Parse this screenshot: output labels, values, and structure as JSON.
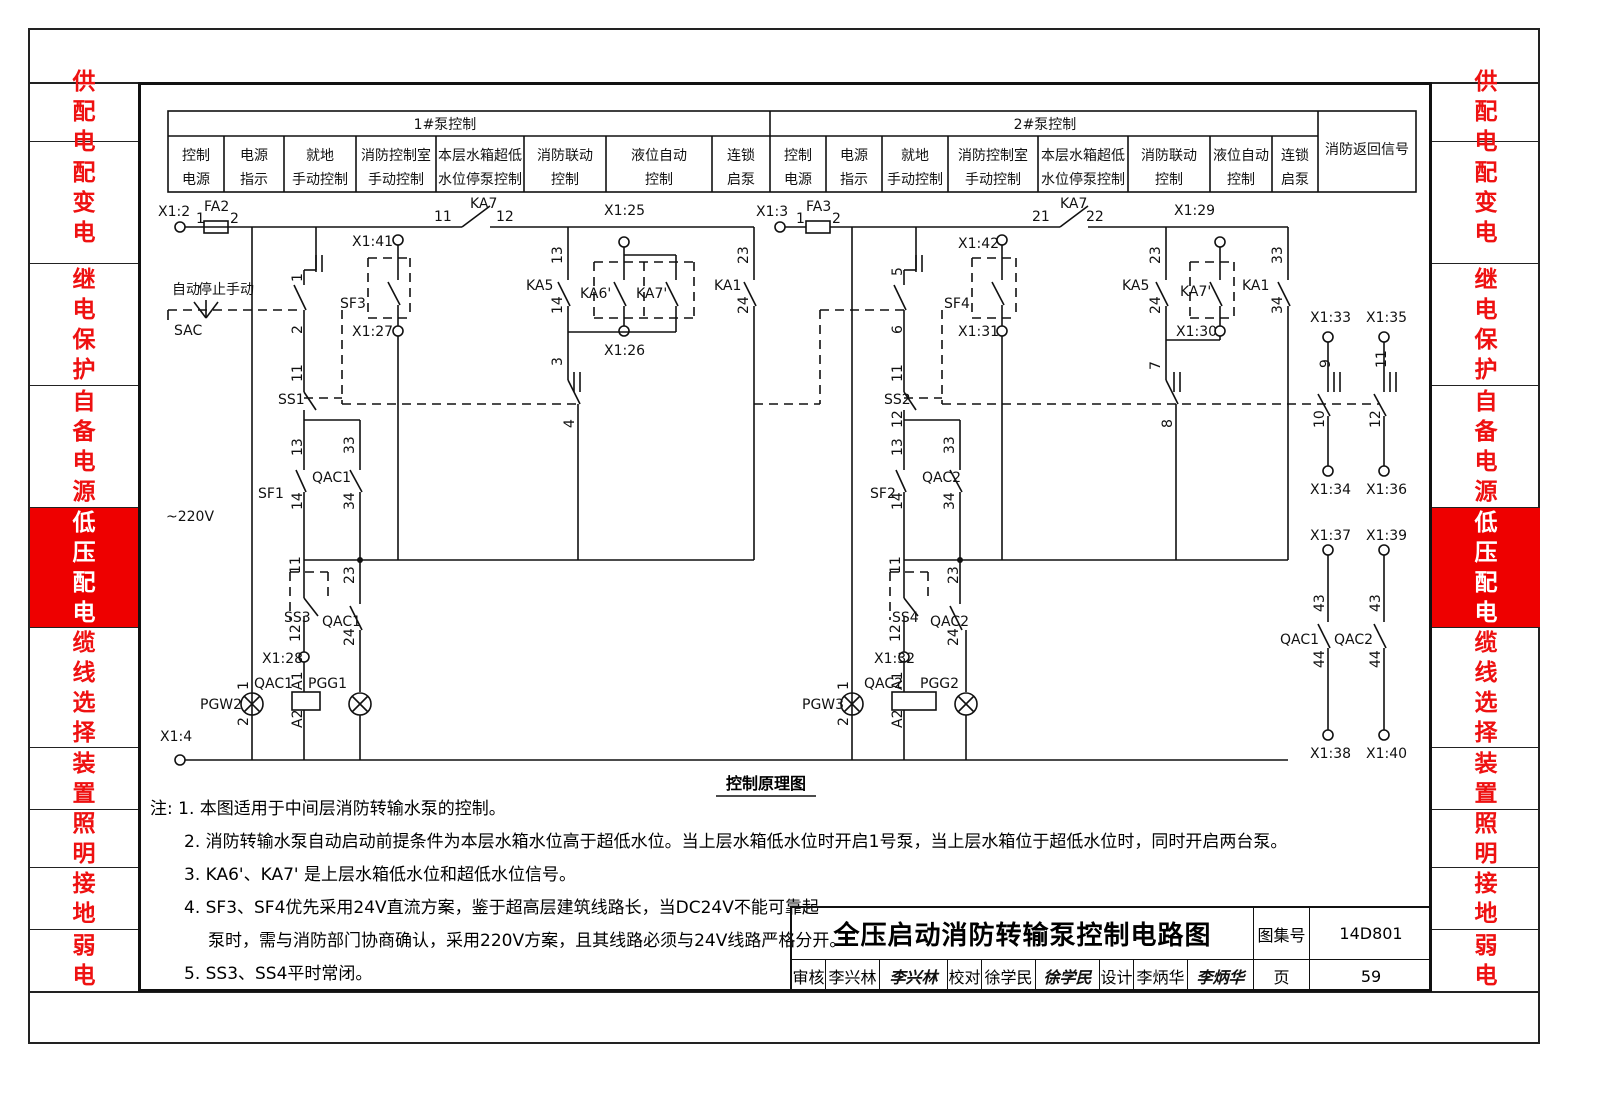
{
  "sidebar": {
    "items": [
      {
        "label": "供配电"
      },
      {
        "label": "配变电"
      },
      {
        "label": "继电保护"
      },
      {
        "label": "自备电源"
      },
      {
        "label": "低压配电"
      },
      {
        "label": "缆线选择"
      },
      {
        "label": "装置"
      },
      {
        "label": "照明"
      },
      {
        "label": "接地"
      },
      {
        "label": "弱电"
      }
    ],
    "active_index": 4,
    "active_color": "#ee0000",
    "text_color": "#ee1111"
  },
  "header_table": {
    "group1": "1#泵控制",
    "group2": "2#泵控制",
    "pump1_cols": [
      {
        "l1": "控制",
        "l2": "电源"
      },
      {
        "l1": "电源",
        "l2": "指示"
      },
      {
        "l1": "就地",
        "l2": "手动控制"
      },
      {
        "l1": "消防控制室",
        "l2": "手动控制"
      },
      {
        "l1": "本层水箱超低",
        "l2": "水位停泵控制"
      },
      {
        "l1": "消防联动",
        "l2": "控制"
      },
      {
        "l1": "液位自动",
        "l2": "控制"
      },
      {
        "l1": "连锁",
        "l2": "启泵"
      }
    ],
    "pump2_cols": [
      {
        "l1": "控制",
        "l2": "电源"
      },
      {
        "l1": "电源",
        "l2": "指示"
      },
      {
        "l1": "就地",
        "l2": "手动控制"
      },
      {
        "l1": "消防控制室",
        "l2": "手动控制"
      },
      {
        "l1": "本层水箱超低",
        "l2": "水位停泵控制"
      },
      {
        "l1": "消防联动",
        "l2": "控制"
      },
      {
        "l1": "液位自动",
        "l2": "控制"
      },
      {
        "l1": "连锁",
        "l2": "启泵"
      }
    ],
    "return_signal": "消防返回信号"
  },
  "circuit_labels": {
    "x1_2": "X1:2",
    "fa2": "FA2",
    "n1a": "1",
    "n2a": "2",
    "n11a": "11",
    "ka7_top_1": "KA7",
    "n12a": "12",
    "x1_25": "X1:25",
    "x1_41": "X1:41",
    "mode_auto": "自动",
    "mode_stop": "停止",
    "mode_manual": "手动",
    "sac": "SAC",
    "sf3": "SF3",
    "x1_27": "X1:27",
    "ka5_1": "KA5",
    "ka6p": "KA6'",
    "ka7p_1": "KA7'",
    "ka1_1": "KA1",
    "x1_26": "X1:26",
    "n13a": "13",
    "n14a": "14",
    "n3": "3",
    "n4": "4",
    "n23a": "23",
    "n24a": "24",
    "ss1": "SS1",
    "sf1": "SF1",
    "qac1_a": "QAC1",
    "ss3": "SS3",
    "qac1_b": "QAC1",
    "x1_28": "X1:28",
    "pgw2": "PGW2",
    "qac1_c": "QAC1",
    "pgg1": "PGG1",
    "v220": "~220V",
    "x1_4": "X1:4",
    "x1_3": "X1:3",
    "fa3": "FA3",
    "n21": "21",
    "ka7_top_2": "KA7",
    "n22": "22",
    "x1_29": "X1:29",
    "x1_42": "X1:42",
    "sf4": "SF4",
    "x1_31": "X1:31",
    "ka5_2": "KA5",
    "ka7p_2": "KA7'",
    "ka1_2": "KA1",
    "x1_30": "X1:30",
    "ss2": "SS2",
    "sf2": "SF2",
    "qac2_a": "QAC2",
    "ss4": "SS4",
    "qac2_b": "QAC2",
    "x1_32": "X1:32",
    "pgw3": "PGW3",
    "qac2_c": "QAC2",
    "pgg2": "PGG2",
    "n5": "5",
    "n6": "6",
    "n7": "7",
    "n8": "8",
    "n33a": "33",
    "n34a": "34",
    "x1_33": "X1:33",
    "x1_35": "X1:35",
    "x1_34": "X1:34",
    "x1_36": "X1:36",
    "n9": "9",
    "n10": "10",
    "n11r": "11",
    "n12r": "12",
    "x1_37": "X1:37",
    "x1_39": "X1:39",
    "x1_38": "X1:38",
    "x1_40": "X1:40",
    "qac1_r": "QAC1",
    "qac2_r": "QAC2",
    "n43a": "43",
    "n44a": "44",
    "n43b": "43",
    "n44b": "44",
    "a1": "A1",
    "a2": "A2",
    "one": "1",
    "two": "2"
  },
  "diagram_title": "控制原理图",
  "notes": {
    "prefix": "注:",
    "items": [
      "1. 本图适用于中间层消防转输水泵的控制。",
      "2. 消防转输水泵自动启动前提条件为本层水箱水位高于超低水位。当上层水箱低水位时开启1号泵，当上层水箱位于超低水位时，同时开启两台泵。",
      "3. KA6'、KA7' 是上层水箱低水位和超低水位信号。",
      "4. SF3、SF4优先采用24V直流方案，鉴于超高层建筑线路长，当DC24V不能可靠起",
      "泵时，需与消防部门协商确认，采用220V方案，且其线路必须与24V线路严格分开。",
      "5. SS3、SS4平时常闭。"
    ]
  },
  "title_block": {
    "title": "全压启动消防转输泵控制电路图",
    "atlas_label": "图集号",
    "atlas_no": "14D801",
    "review_label": "审核",
    "reviewer": "李兴林",
    "reviewer_sig": "李兴林",
    "check_label": "校对",
    "checker": "徐学民",
    "checker_sig": "徐学民",
    "design_label": "设计",
    "designer": "李炳华",
    "designer_sig": "李炳华",
    "page_label": "页",
    "page_no": "59"
  }
}
